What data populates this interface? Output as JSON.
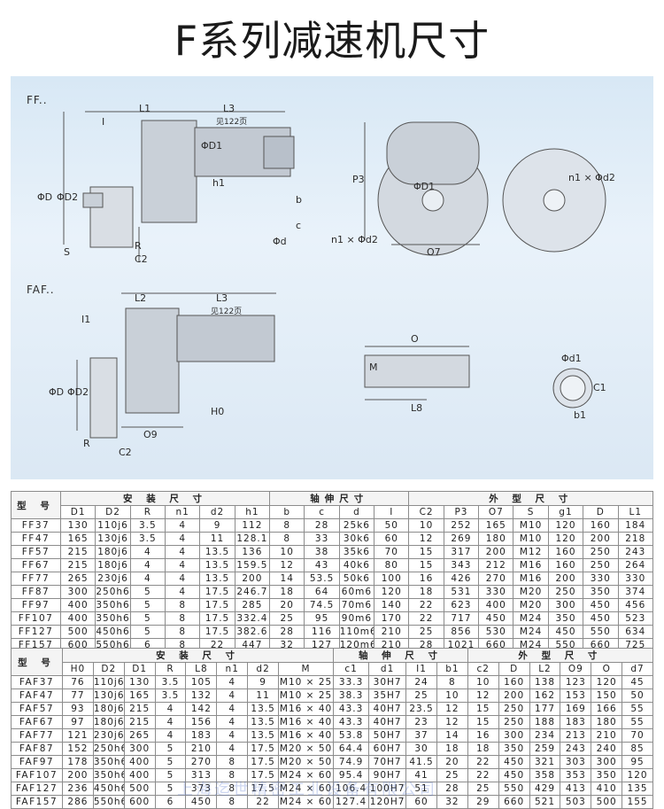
{
  "title": "F系列减速机尺寸",
  "drawing": {
    "ff_label": "FF..",
    "faf_label": "FAF..",
    "see_page": "见122页",
    "labels": {
      "L1": "L1",
      "L2": "L2",
      "L3": "L3",
      "L8": "L8",
      "I": "I",
      "I1": "I1",
      "phiD": "ΦD",
      "phiD2": "ΦD2",
      "phiD1": "ΦD1",
      "phid": "Φd",
      "phid1": "Φd1",
      "phiD1b": "ΦD1",
      "h1": "h1",
      "H0": "H0",
      "b": "b",
      "b1": "b1",
      "c": "c",
      "c1": "C1",
      "C2": "C2",
      "S": "S",
      "R": "R",
      "P3": "P3",
      "O7": "O7",
      "O9": "O9",
      "O": "O",
      "M": "M",
      "n1d2": "n1 × Φd2",
      "n1d2b": "n1 × Φd2",
      "phid1b": "Φd1"
    }
  },
  "table1": {
    "header_model": "型 号",
    "group_install": "安 装 尺 寸",
    "group_shaft": "轴伸尺寸",
    "group_outer": "外 型 尺 寸",
    "columns": [
      "D1",
      "D2",
      "R",
      "n1",
      "d2",
      "h1",
      "b",
      "c",
      "d",
      "I",
      "C2",
      "P3",
      "O7",
      "S",
      "g1",
      "D",
      "L1"
    ],
    "rows": [
      [
        "FF37",
        "130",
        "110j6",
        "3.5",
        "4",
        "9",
        "112",
        "8",
        "28",
        "25k6",
        "50",
        "10",
        "252",
        "165",
        "M10",
        "120",
        "160",
        "184"
      ],
      [
        "FF47",
        "165",
        "130j6",
        "3.5",
        "4",
        "11",
        "128.1",
        "8",
        "33",
        "30k6",
        "60",
        "12",
        "269",
        "180",
        "M10",
        "120",
        "200",
        "218"
      ],
      [
        "FF57",
        "215",
        "180j6",
        "4",
        "4",
        "13.5",
        "136",
        "10",
        "38",
        "35k6",
        "70",
        "15",
        "317",
        "200",
        "M12",
        "160",
        "250",
        "243"
      ],
      [
        "FF67",
        "215",
        "180j6",
        "4",
        "4",
        "13.5",
        "159.5",
        "12",
        "43",
        "40k6",
        "80",
        "15",
        "343",
        "212",
        "M16",
        "160",
        "250",
        "264"
      ],
      [
        "FF77",
        "265",
        "230j6",
        "4",
        "4",
        "13.5",
        "200",
        "14",
        "53.5",
        "50k6",
        "100",
        "16",
        "426",
        "270",
        "M16",
        "200",
        "330",
        "330"
      ],
      [
        "FF87",
        "300",
        "250h6",
        "5",
        "4",
        "17.5",
        "246.7",
        "18",
        "64",
        "60m6",
        "120",
        "18",
        "531",
        "330",
        "M20",
        "250",
        "350",
        "374"
      ],
      [
        "FF97",
        "400",
        "350h6",
        "5",
        "8",
        "17.5",
        "285",
        "20",
        "74.5",
        "70m6",
        "140",
        "22",
        "623",
        "400",
        "M20",
        "300",
        "450",
        "456"
      ],
      [
        "FF107",
        "400",
        "350h6",
        "5",
        "8",
        "17.5",
        "332.4",
        "25",
        "95",
        "90m6",
        "170",
        "22",
        "717",
        "450",
        "M24",
        "350",
        "450",
        "523"
      ],
      [
        "FF127",
        "500",
        "450h6",
        "5",
        "8",
        "17.5",
        "382.6",
        "28",
        "116",
        "110m6",
        "210",
        "25",
        "856",
        "530",
        "M24",
        "450",
        "550",
        "634"
      ],
      [
        "FF157",
        "600",
        "550h6",
        "6",
        "8",
        "22",
        "447",
        "32",
        "127",
        "120m6",
        "210",
        "28",
        "1021",
        "660",
        "M24",
        "550",
        "660",
        "725"
      ]
    ]
  },
  "table2": {
    "header_model": "型 号",
    "group_install": "安 装 尺 寸",
    "group_shaft": "轴 伸 尺 寸",
    "group_outer": "外 型 尺 寸",
    "columns": [
      "H0",
      "D2",
      "D1",
      "R",
      "L8",
      "n1",
      "d2",
      "M",
      "c1",
      "d1",
      "I1",
      "b1",
      "c2",
      "D",
      "L2",
      "O9",
      "O",
      "d7"
    ],
    "rows": [
      [
        "FAF37",
        "76",
        "110j6",
        "130",
        "3.5",
        "105",
        "4",
        "9",
        "M10 × 25",
        "33.3",
        "30H7",
        "24",
        "8",
        "10",
        "160",
        "138",
        "123",
        "120",
        "45"
      ],
      [
        "FAF47",
        "77",
        "130j6",
        "165",
        "3.5",
        "132",
        "4",
        "11",
        "M10 × 25",
        "38.3",
        "35H7",
        "25",
        "10",
        "12",
        "200",
        "162",
        "153",
        "150",
        "50"
      ],
      [
        "FAF57",
        "93",
        "180j6",
        "215",
        "4",
        "142",
        "4",
        "13.5",
        "M16 × 40",
        "43.3",
        "40H7",
        "23.5",
        "12",
        "15",
        "250",
        "177",
        "169",
        "166",
        "55"
      ],
      [
        "FAF67",
        "97",
        "180j6",
        "215",
        "4",
        "156",
        "4",
        "13.5",
        "M16 × 40",
        "43.3",
        "40H7",
        "23",
        "12",
        "15",
        "250",
        "188",
        "183",
        "180",
        "55"
      ],
      [
        "FAF77",
        "121",
        "230j6",
        "265",
        "4",
        "183",
        "4",
        "13.5",
        "M16 × 40",
        "53.8",
        "50H7",
        "37",
        "14",
        "16",
        "300",
        "234",
        "213",
        "210",
        "70"
      ],
      [
        "FAF87",
        "152",
        "250h6",
        "300",
        "5",
        "210",
        "4",
        "17.5",
        "M20 × 50",
        "64.4",
        "60H7",
        "30",
        "18",
        "18",
        "350",
        "259",
        "243",
        "240",
        "85"
      ],
      [
        "FAF97",
        "178",
        "350h6",
        "400",
        "5",
        "270",
        "8",
        "17.5",
        "M20 × 50",
        "74.9",
        "70H7",
        "41.5",
        "20",
        "22",
        "450",
        "321",
        "303",
        "300",
        "95"
      ],
      [
        "FAF107",
        "200",
        "350h6",
        "400",
        "5",
        "313",
        "8",
        "17.5",
        "M24 × 60",
        "95.4",
        "90H7",
        "41",
        "25",
        "22",
        "450",
        "358",
        "353",
        "350",
        "120"
      ],
      [
        "FAF127",
        "236",
        "450h6",
        "500",
        "5",
        "373",
        "8",
        "17.5",
        "M24 × 60",
        "106.4",
        "100H7",
        "51",
        "28",
        "25",
        "550",
        "429",
        "413",
        "410",
        "135"
      ],
      [
        "FAF157",
        "286",
        "550h6",
        "600",
        "6",
        "450",
        "8",
        "22",
        "M24 × 60",
        "127.4",
        "120H7",
        "60",
        "32",
        "29",
        "660",
        "521",
        "503",
        "500",
        "155"
      ]
    ]
  },
  "watermark": "上海迄世精密工业设备有限公司"
}
